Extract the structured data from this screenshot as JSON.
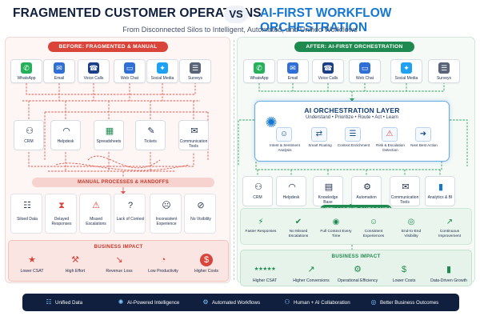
{
  "header": {
    "title_left": "FRAGMENTED CUSTOMER OPERATIONS",
    "vs": "VS",
    "title_right": "AI-FIRST WORKFLOW ORCHESTRATION",
    "subtitle": "From Disconnected Silos to Intelligent, Automated, and Unified Workflows"
  },
  "colors": {
    "left_accent": "#d9443b",
    "right_accent": "#1f8a4f",
    "ai_blue": "#1477d4",
    "footer_bg": "#0f1f3d"
  },
  "before": {
    "label": "BEFORE: FRAGMENTED & MANUAL",
    "channels": [
      {
        "label": "WhatsApp",
        "icon": "whatsapp-icon",
        "glyph": "✆",
        "color": "#25b15a"
      },
      {
        "label": "Email",
        "icon": "email-icon",
        "glyph": "✉",
        "color": "#2f6fd6"
      },
      {
        "label": "Voice Calls",
        "icon": "phone-icon",
        "glyph": "☎",
        "color": "#1b3f86"
      },
      {
        "label": "Web Chat",
        "icon": "chat-icon",
        "glyph": "▭",
        "color": "#2f6fd6"
      },
      {
        "label": "Social Media",
        "icon": "twitter-icon",
        "glyph": "✦",
        "color": "#1da1f2"
      },
      {
        "label": "Surveys",
        "icon": "clipboard-icon",
        "glyph": "☰",
        "color": "#5a6478"
      }
    ],
    "systems": [
      {
        "label": "CRM",
        "icon": "people-icon",
        "glyph": "⚇"
      },
      {
        "label": "Helpdesk",
        "icon": "headset-icon",
        "glyph": "◠"
      },
      {
        "label": "Spreadsheets",
        "icon": "spreadsheet-icon",
        "glyph": "▦"
      },
      {
        "label": "Tickets",
        "icon": "ticket-icon",
        "glyph": "✎"
      },
      {
        "label": "Communication Tools",
        "icon": "message-icon",
        "glyph": "✉"
      }
    ],
    "manual_label": "MANUAL PROCESSES & HANDOFFS",
    "problems": [
      {
        "label": "Siloed Data",
        "icon": "database-icon",
        "glyph": "☷"
      },
      {
        "label": "Delayed Responses",
        "icon": "hourglass-icon",
        "glyph": "⧗"
      },
      {
        "label": "Missed Escalations",
        "icon": "warning-icon",
        "glyph": "⚠"
      },
      {
        "label": "Lack of Context",
        "icon": "question-person-icon",
        "glyph": "?"
      },
      {
        "label": "Inconsistent Experience",
        "icon": "confused-face-icon",
        "glyph": "☹"
      },
      {
        "label": "No Visibility",
        "icon": "eye-off-icon",
        "glyph": "⊘"
      }
    ],
    "impact": {
      "title": "BUSINESS IMPACT",
      "items": [
        {
          "label": "Lower CSAT",
          "icon": "star-down-icon",
          "glyph": "★"
        },
        {
          "label": "High Effort",
          "icon": "effort-icon",
          "glyph": "⚒"
        },
        {
          "label": "Revenue Loss",
          "icon": "chart-down-icon",
          "glyph": "↘"
        },
        {
          "label": "Low Productivity",
          "icon": "productivity-icon",
          "glyph": "◔"
        },
        {
          "label": "Higher Costs",
          "icon": "dollar-icon",
          "glyph": "$"
        }
      ]
    }
  },
  "after": {
    "label": "AFTER: AI-FIRST ORCHESTRATION",
    "channels": [
      {
        "label": "WhatsApp",
        "icon": "whatsapp-icon",
        "glyph": "✆",
        "color": "#25b15a"
      },
      {
        "label": "Email",
        "icon": "email-icon",
        "glyph": "✉",
        "color": "#2f6fd6"
      },
      {
        "label": "Voice Calls",
        "icon": "phone-icon",
        "glyph": "☎",
        "color": "#1b3f86"
      },
      {
        "label": "Web Chat",
        "icon": "chat-icon",
        "glyph": "▭",
        "color": "#2f6fd6"
      },
      {
        "label": "Social Media",
        "icon": "twitter-icon",
        "glyph": "✦",
        "color": "#1da1f2"
      },
      {
        "label": "Surveys",
        "icon": "clipboard-icon",
        "glyph": "☰",
        "color": "#5a6478"
      }
    ],
    "ai_layer": {
      "title": "AI ORCHESTRATION LAYER",
      "subtitle": "Understand • Prioritize • Route • Act • Learn",
      "capabilities": [
        {
          "label": "Intent & Sentiment Analysis",
          "icon": "sentiment-icon",
          "glyph": "☺"
        },
        {
          "label": "Smart Routing",
          "icon": "routing-icon",
          "glyph": "⇄"
        },
        {
          "label": "Context Enrichment",
          "icon": "layers-icon",
          "glyph": "☰"
        },
        {
          "label": "Risk & Escalation Detection",
          "icon": "shield-icon",
          "glyph": "⚠"
        },
        {
          "label": "Next Best Action",
          "icon": "arrow-target-icon",
          "glyph": "➜"
        }
      ]
    },
    "systems": [
      {
        "label": "CRM",
        "icon": "people-icon",
        "glyph": "⚇"
      },
      {
        "label": "Helpdesk",
        "icon": "headset-icon",
        "glyph": "◠"
      },
      {
        "label": "Knowledge Base",
        "icon": "book-icon",
        "glyph": "▤"
      },
      {
        "label": "Automation",
        "icon": "gear-icon",
        "glyph": "⚙"
      },
      {
        "label": "Communication Tools",
        "icon": "message-icon",
        "glyph": "✉"
      },
      {
        "label": "Analytics & BI",
        "icon": "bar-chart-icon",
        "glyph": "▮"
      }
    ],
    "outcomes": {
      "label": "INTELLIGENT OUTCOMES",
      "items": [
        {
          "label": "Faster Responses",
          "icon": "bolt-icon",
          "glyph": "⚡"
        },
        {
          "label": "No Missed Escalations",
          "icon": "shield-check-icon",
          "glyph": "✔"
        },
        {
          "label": "Full Context Every Time",
          "icon": "user-check-icon",
          "glyph": "◉"
        },
        {
          "label": "Consistent Experiences",
          "icon": "smile-icon",
          "glyph": "☺"
        },
        {
          "label": "End-to-End Visibility",
          "icon": "eye-icon",
          "glyph": "◎"
        },
        {
          "label": "Continuous Improvement",
          "icon": "growth-icon",
          "glyph": "↗"
        }
      ]
    },
    "impact": {
      "title": "BUSINESS IMPACT",
      "items": [
        {
          "label": "Higher CSAT",
          "icon": "stars-icon",
          "glyph": "★★★★★"
        },
        {
          "label": "Higher Conversions",
          "icon": "trend-up-icon",
          "glyph": "↗"
        },
        {
          "label": "Operational Efficiency",
          "icon": "gear-icon",
          "glyph": "⚙"
        },
        {
          "label": "Lower Costs",
          "icon": "dollar-down-icon",
          "glyph": "$"
        },
        {
          "label": "Data-Driven Growth",
          "icon": "bar-chart-icon",
          "glyph": "▮"
        }
      ]
    }
  },
  "footer": {
    "items": [
      {
        "label": "Unified Data",
        "icon": "database-icon",
        "glyph": "☷"
      },
      {
        "label": "AI-Powered Intelligence",
        "icon": "brain-icon",
        "glyph": "✺"
      },
      {
        "label": "Automated Workflows",
        "icon": "gear-icon",
        "glyph": "⚙"
      },
      {
        "label": "Human + AI Collaboration",
        "icon": "people-icon",
        "glyph": "⚇"
      },
      {
        "label": "Better Business Outcomes",
        "icon": "target-icon",
        "glyph": "◎"
      }
    ]
  }
}
